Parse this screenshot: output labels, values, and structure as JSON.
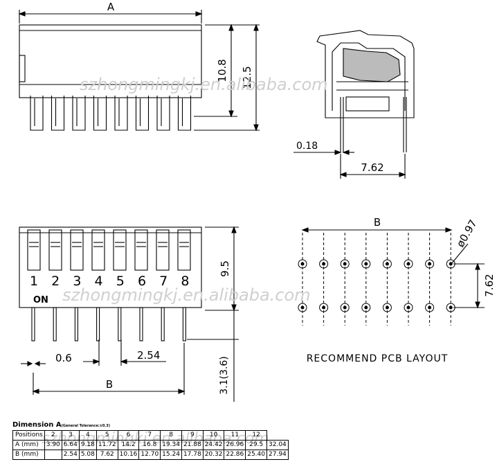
{
  "dimensions": {
    "side_width": "A",
    "height_inner": "10.8",
    "height_total": "12.5",
    "pin_thickness": "0.18",
    "row_spacing": "7.62",
    "body_height": "9.5",
    "pin_width": "0.6",
    "pitch": "2.54",
    "pin_span": "B",
    "lead_length": "3.1(3.6)",
    "pcb_span": "B",
    "hole_dia": "ø0.97",
    "pcb_row_spacing": "7.62"
  },
  "switch_numbers": [
    "1",
    "2",
    "3",
    "4",
    "5",
    "6",
    "7",
    "8"
  ],
  "on_label": "ON",
  "pcb_caption": "RECOMMEND PCB LAYOUT",
  "watermark": "szhongmingkj.en.alibaba.com",
  "table": {
    "title": "Dimension A",
    "tolerance": "(General Tolerance:±0.3)",
    "headers": [
      "Positions",
      "2",
      "3",
      "4",
      "5",
      "6",
      "7",
      "8",
      "9",
      "10",
      "11",
      "12"
    ],
    "rows": [
      {
        "label": "A  (mm)",
        "cells": [
          "3.90",
          "6.64",
          "9.18",
          "11.72",
          "14.2",
          "16.8",
          "19.34",
          "21.88",
          "24.42",
          "26.96",
          "29.5",
          "32.04"
        ]
      },
      {
        "label": "B  (mm)",
        "cells": [
          "",
          "2.54",
          "5.08",
          "7.62",
          "10.16",
          "12.70",
          "15.24",
          "17.78",
          "20.32",
          "22.86",
          "25.40",
          "27.94"
        ]
      }
    ]
  }
}
